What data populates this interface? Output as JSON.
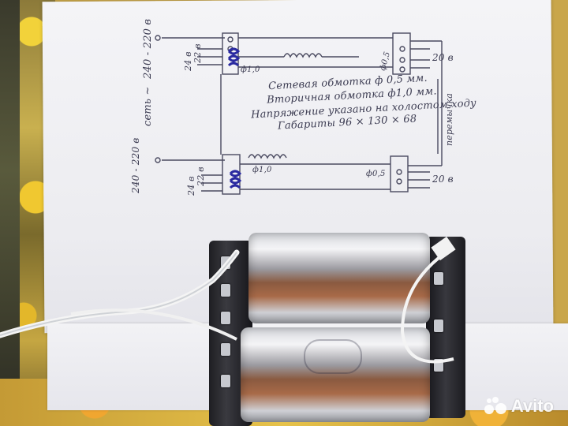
{
  "scene": {
    "description_free": true
  },
  "schematic": {
    "primary_top_label": "240 - 220 в",
    "mains_label": "сеть ~",
    "primary_bottom_label": "240 - 220 в",
    "top_taps_label": "24 в",
    "top_taps_label2": "22 в",
    "bottom_taps_label": "24 в",
    "bottom_taps_label2": "22 в",
    "top_wire_label": "ф1,0",
    "bottom_wire_label": "ф1,0",
    "top_right_wire_label": "ф0,5",
    "bottom_right_wire_label": "ф0,5",
    "top_output_label": "20 в",
    "bottom_output_label": "20 в",
    "jumper_label": "перемычка"
  },
  "notes": {
    "line1": "Сетевая обмотка ф 0,5 мм.",
    "line2": "Вторичная обмотка ф1,0 мм.",
    "line3": "Напряжение указано на холостом ходу",
    "line4": "Габариты 96 × 130 × 68"
  },
  "watermark": {
    "brand": "Avito",
    "dot_colors": [
      "#ffffff",
      "#ffffff",
      "#ffffff",
      "#ffffff"
    ]
  },
  "colors": {
    "ink": "#3c3c52",
    "blue_ink": "#2a2aa0",
    "paper": "#f0f0f4"
  }
}
